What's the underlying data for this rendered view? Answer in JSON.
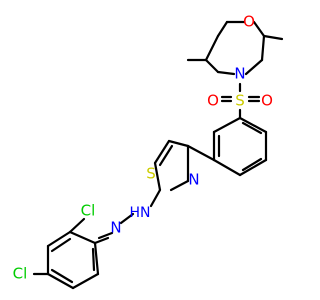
{
  "molecule": {
    "atoms": {
      "o_ring": {
        "label": "O",
        "color": "#ff0000"
      },
      "n_morph": {
        "label": "N",
        "color": "#0000ff"
      },
      "s_sulfonyl": {
        "label": "S",
        "color": "#cccc00"
      },
      "o_left": {
        "label": "O",
        "color": "#ff0000"
      },
      "o_right": {
        "label": "O",
        "color": "#ff0000"
      },
      "s_thiazole": {
        "label": "S",
        "color": "#cccc00"
      },
      "n_thiazole": {
        "label": "N",
        "color": "#0000ff"
      },
      "hn_hydrazine": {
        "label": "HN",
        "color": "#0000ff"
      },
      "n_hydrazone": {
        "label": "N",
        "color": "#0000ff"
      },
      "cl_ortho": {
        "label": "Cl",
        "color": "#00cc00"
      },
      "cl_para": {
        "label": "Cl",
        "color": "#00cc00"
      }
    }
  }
}
